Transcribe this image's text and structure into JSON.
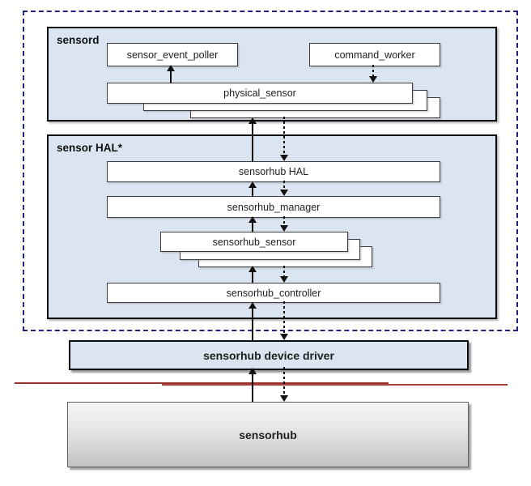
{
  "groups": {
    "sensord": {
      "label": "sensord"
    },
    "sensor_hal": {
      "label": "sensor HAL*"
    }
  },
  "nodes": {
    "sensor_event_poller": {
      "label": "sensor_event_poller"
    },
    "command_worker": {
      "label": "command_worker"
    },
    "physical_sensor": {
      "label": "physical_sensor",
      "stacked_copies": 3
    },
    "sensorhub_hal": {
      "label": "sensorhub HAL"
    },
    "sensorhub_manager": {
      "label": "sensorhub_manager"
    },
    "sensorhub_sensor": {
      "label": "sensorhub_sensor",
      "stacked_copies": 3
    },
    "sensorhub_controller": {
      "label": "sensorhub_controller"
    },
    "device_driver": {
      "label": "sensorhub device driver"
    },
    "sensorhub_hw": {
      "label": "sensorhub"
    }
  },
  "edges": [
    {
      "from": "physical_sensor",
      "to": "sensor_event_poller",
      "style": "solid",
      "direction": "up"
    },
    {
      "from": "command_worker",
      "to": "physical_sensor",
      "style": "dashed",
      "direction": "down"
    },
    {
      "from": "sensorhub_hal",
      "to": "physical_sensor",
      "style": "solid",
      "direction": "up"
    },
    {
      "from": "physical_sensor",
      "to": "sensorhub_hal",
      "style": "dashed",
      "direction": "down"
    },
    {
      "from": "sensorhub_manager",
      "to": "sensorhub_hal",
      "style": "solid",
      "direction": "up"
    },
    {
      "from": "sensorhub_hal",
      "to": "sensorhub_manager",
      "style": "dashed",
      "direction": "down"
    },
    {
      "from": "sensorhub_sensor",
      "to": "sensorhub_manager",
      "style": "solid",
      "direction": "up"
    },
    {
      "from": "sensorhub_manager",
      "to": "sensorhub_sensor",
      "style": "dashed",
      "direction": "down"
    },
    {
      "from": "sensorhub_controller",
      "to": "sensorhub_sensor",
      "style": "solid",
      "direction": "up"
    },
    {
      "from": "sensorhub_sensor",
      "to": "sensorhub_controller",
      "style": "dashed",
      "direction": "down"
    },
    {
      "from": "device_driver",
      "to": "sensorhub_controller",
      "style": "solid",
      "direction": "up"
    },
    {
      "from": "sensorhub_controller",
      "to": "device_driver",
      "style": "dashed",
      "direction": "down"
    },
    {
      "from": "sensorhub_hw",
      "to": "device_driver",
      "style": "solid",
      "direction": "up"
    },
    {
      "from": "device_driver",
      "to": "sensorhub_hw",
      "style": "dashed",
      "direction": "down"
    }
  ],
  "colors": {
    "panel_fill": "#dbe5f1",
    "panel_border": "#0d0d0d",
    "inner_box_border": "#3d3d3d",
    "outer_dashed_border": "#23237b",
    "red_separator": "#96332f",
    "arrow": "#111111",
    "hw_gradient_top": "#f5f5f5",
    "hw_gradient_bottom": "#c3c3c3",
    "text": "#1f1f1f"
  }
}
